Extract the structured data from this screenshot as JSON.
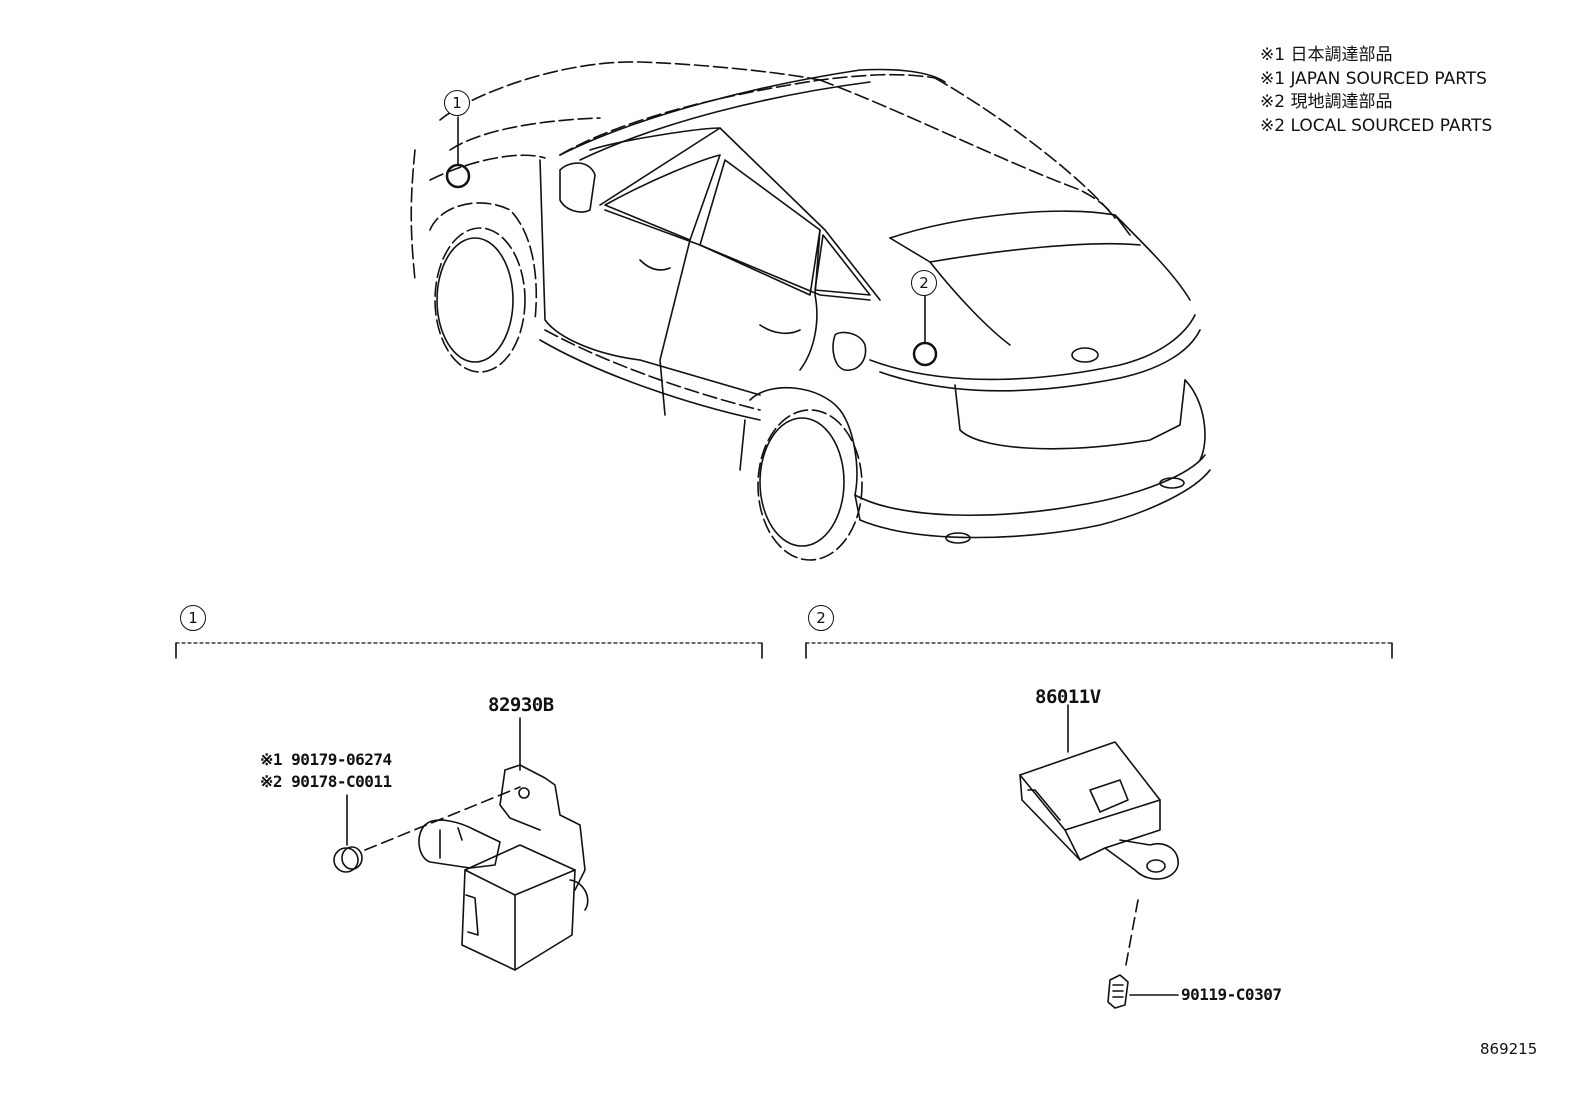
{
  "legend": {
    "line1": "※1 日本調達部品",
    "line2": "※1 JAPAN SOURCED PARTS",
    "line3": "※2 現地調達部品",
    "line4": "※2 LOCAL SOURCED PARTS"
  },
  "callouts": {
    "one": "1",
    "two": "2"
  },
  "parts": {
    "part_82930B": "82930B",
    "part_86011V": "86011V",
    "clip_japan": "※1 90179-06274",
    "clip_local": "※2 90178-C0011",
    "bolt": "90119-C0307"
  },
  "diagram_ref": "869215"
}
